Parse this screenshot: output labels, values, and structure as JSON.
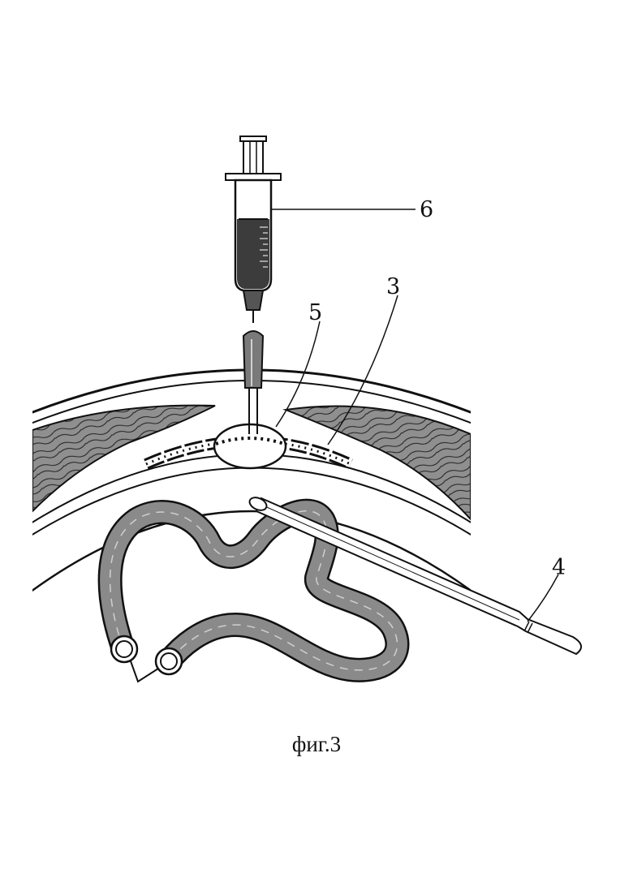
{
  "figure": {
    "caption": "фиг.3",
    "labels": {
      "syringe": "6",
      "tissue_layer": "3",
      "opening": "5",
      "probe": "4"
    }
  },
  "colors": {
    "ink": "#111111",
    "muscle_fill": "#8f8f8f",
    "intestine_fill": "#8a8a8a",
    "liquid_fill": "#3c3c3c",
    "background": "#ffffff"
  }
}
